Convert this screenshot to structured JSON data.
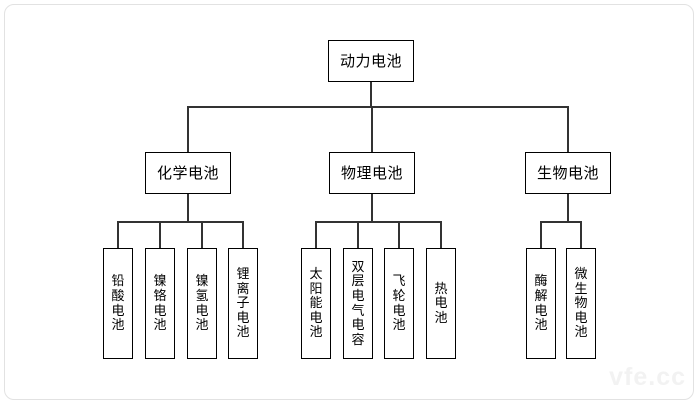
{
  "diagram": {
    "type": "hierarchy-tree",
    "root": {
      "label": "动力电池"
    },
    "level2": [
      {
        "label": "化学电池"
      },
      {
        "label": "物理电池"
      },
      {
        "label": "生物电池"
      }
    ],
    "level3": {
      "chemical": [
        {
          "label": "铅酸电池"
        },
        {
          "label": "镍铬电池"
        },
        {
          "label": "镍氢电池"
        },
        {
          "label": "锂离子电池"
        }
      ],
      "physical": [
        {
          "label": "太阳能电池"
        },
        {
          "label": "双层电气电容"
        },
        {
          "label": "飞轮电池"
        },
        {
          "label": "热电池"
        }
      ],
      "biological": [
        {
          "label": "酶解电池"
        },
        {
          "label": "微生物电池"
        }
      ]
    }
  },
  "watermark": {
    "text": "vfe.cc"
  },
  "colors": {
    "box_border": "#000000",
    "connector": "#333333",
    "background": "#ffffff",
    "page_border": "#e2e2e2",
    "watermark": "#f2f2f2"
  }
}
